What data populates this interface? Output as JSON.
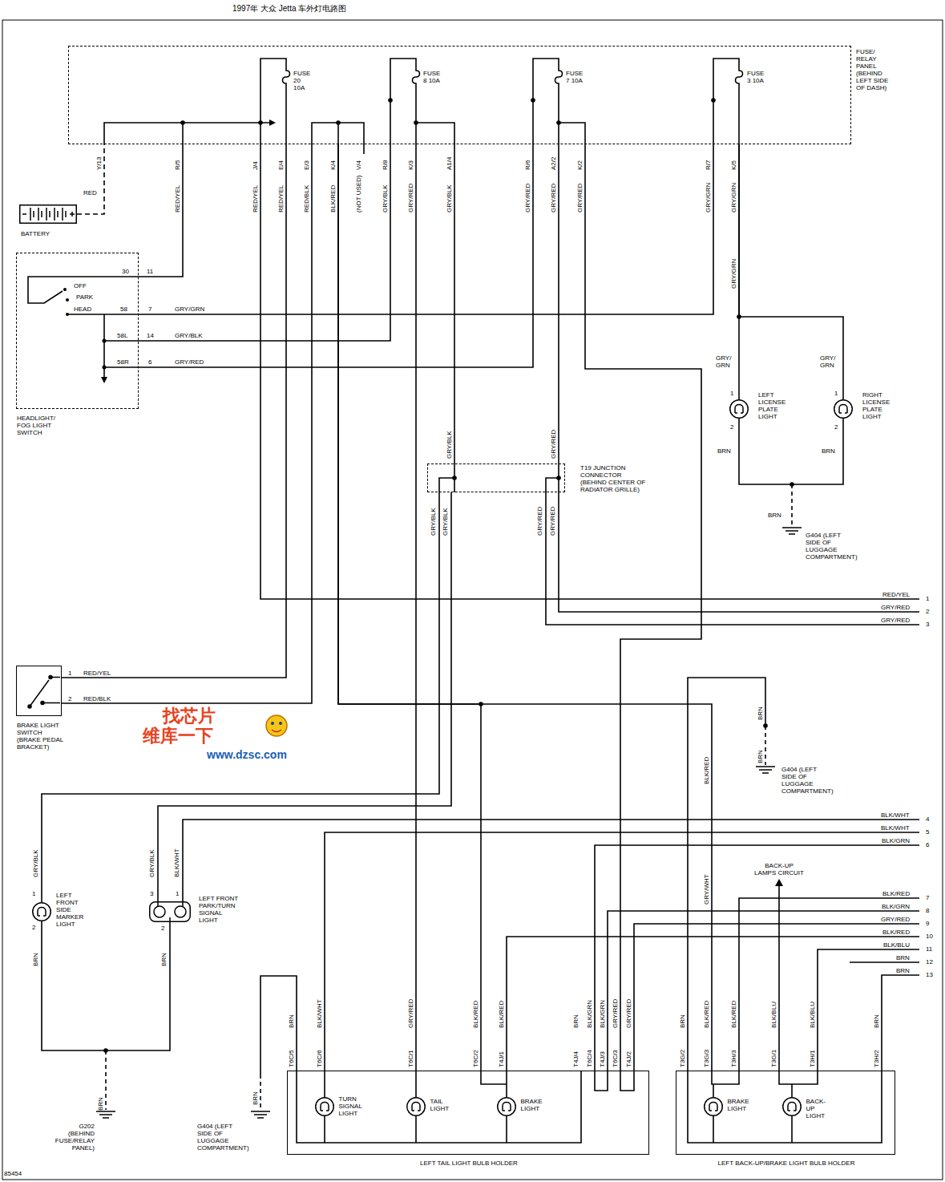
{
  "diagram": {
    "title": "1997年 大众 Jetta 车外灯电路图",
    "nodes": [
      {
        "text": [
          "FUSE/ RELAY PANEL (BEHIND LEFT SIDE OF DASH)"
        ]
      },
      {
        "text": [
          "BATTERY"
        ]
      },
      {
        "text": [
          "HEADLIGHT/ FOG LIGHT SWITCH"
        ]
      },
      {
        "text": [
          "T19 JUNCTION CONNECTOR (BEHIND CENTER OF RADIATOR GRILLE)"
        ]
      },
      {
        "text": [
          "LEFT LICENSE PLATE LIGHT"
        ]
      },
      {
        "text": [
          "RIGHT LICENSE PLATE LIGHT"
        ]
      },
      {
        "text": [
          "BRAKE LIGHT SWITCH (BRAKE PEDAL BRACKET)"
        ]
      },
      {
        "text": [
          "LEFT FRONT SIDE MARKER LIGHT"
        ]
      },
      {
        "text": [
          "LEFT FRONT PARK/TURN SIGNAL LIGHT"
        ]
      },
      {
        "text": [
          "LEFT TAIL LIGHT BULB HOLDER"
        ]
      },
      {
        "text": [
          "TURN SIGNAL LIGHT"
        ],
        "in": 9
      },
      {
        "text": [
          "TAIL LIGHT"
        ],
        "in": 9
      },
      {
        "text": [
          "BRAKE LIGHT"
        ],
        "in": 9
      },
      {
        "text": [
          "LEFT BACK-UP/BRAKE LIGHT BULB HOLDER"
        ]
      },
      {
        "text": [
          "BRAKE LIGHT"
        ],
        "in": 13
      },
      {
        "text": [
          "BACK-UP LIGHT"
        ],
        "in": 13
      }
    ],
    "edges": [
      {
        "from": 1,
        "to": 0,
        "arrow": "none"
      },
      {
        "from": 0,
        "to": 2,
        "arrow": "none"
      },
      {
        "from": 2,
        "to": 0,
        "arrow": "none"
      },
      {
        "from": 2,
        "to": 0,
        "arrow": "none"
      },
      {
        "from": 2,
        "to": 0,
        "arrow": "none"
      },
      {
        "from": 0,
        "to": 6,
        "arrow": "none"
      },
      {
        "from": 0,
        "to": 6,
        "arrow": "none"
      },
      {
        "from": 0,
        "to": 9,
        "arrow": "none"
      },
      {
        "from": 0,
        "to": 13,
        "arrow": "none"
      },
      {
        "from": 0,
        "to": 9,
        "arrow": "none"
      },
      {
        "from": 0,
        "to": 3,
        "arrow": "none"
      },
      {
        "from": 0,
        "to": 3,
        "arrow": "none"
      },
      {
        "from": 3,
        "to": 7,
        "arrow": "none"
      },
      {
        "from": 3,
        "to": 8,
        "arrow": "none"
      },
      {
        "from": 0,
        "to": 9,
        "arrow": "none"
      },
      {
        "from": 0,
        "to": 4,
        "arrow": "none"
      },
      {
        "from": 0,
        "to": 5,
        "arrow": "none"
      }
    ],
    "labels": [
      "FUSE 20 10A",
      "FUSE 8 10A",
      "FUSE 7 10A",
      "FUSE 3 10A",
      "Y/13",
      "R/5",
      "J/4",
      "E/4",
      "E/3",
      "K/4",
      "V/4",
      "R/8",
      "K/3",
      "A1/4",
      "R/6",
      "A2/2",
      "K/2",
      "R/7",
      "K/5",
      "RED",
      "RED/YEL",
      "RED/YEL",
      "RED/YEL",
      "RED/BLK",
      "BLK/RED",
      "(NOT USED)",
      "GRY/BLK",
      "GRY/RED",
      "GRY/BLK",
      "GRY/RED",
      "GRY/RED",
      "GRY/RED",
      "GRY/GRN",
      "GRY/GRN",
      "GRY/GRN",
      "30",
      "11",
      "OFF",
      "PARK",
      "HEAD",
      "58",
      "7",
      "GRY/GRN",
      "58L",
      "14",
      "GRY/BLK",
      "58R",
      "6",
      "GRY/RED",
      "GRY/ GRN",
      "1",
      "2",
      "BRN",
      "GRY/ GRN",
      "1",
      "2",
      "BRN",
      "BRN",
      "G404 (LEFT SIDE OF LUGGAGE COMPARTMENT)",
      "GRY/BLK",
      "GRY/RED",
      "GRY/BLK",
      "GRY/BLK",
      "GRY/RED",
      "GRY/RED",
      "RED/YEL",
      "1",
      "GRY/RED",
      "2",
      "GRY/RED",
      "3",
      "1",
      "RED/YEL",
      "2",
      "RED/BLK",
      "找芯片",
      "维库一下",
      "www.dzsc.com",
      "BRN",
      "BRN",
      "G404 (LEFT SIDE OF LUGGAGE COMPARTMENT)",
      "BLK/RED",
      "BLK/WHT",
      "4",
      "BLK/WHT",
      "5",
      "BLK/GRN",
      "6",
      "BACK-UP LAMPS CIRCUIT",
      "GRY/WHT",
      "BLK/RED",
      "7",
      "BLK/GRN",
      "8",
      "GRY/RED",
      "9",
      "BLK/RED",
      "10",
      "BLK/BLU",
      "11",
      "BRN",
      "12",
      "BRN",
      "13",
      "GRY/BLK",
      "1",
      "2",
      "BRN",
      "GRY/BLK",
      "BLK/WHT",
      "3",
      "1",
      "2",
      "BRN",
      "BRN",
      "G202 (BEHIND FUSE/RELAY PANEL)",
      "BRN",
      "G404 (LEFT SIDE OF LUGGAGE COMPARTMENT)",
      "BRN",
      "BLK/WHT",
      "GRY/RED",
      "BLK/RED",
      "BLK/RED",
      "BRN",
      "BLK/GRN",
      "BLK/GRN",
      "GRY/RED",
      "GRY/RED",
      "T6C/5",
      "T6C/6",
      "T6C/1",
      "T6C/2",
      "T4J/1",
      "T4J/4",
      "T6C/4",
      "T4J/3",
      "T6C/3",
      "T4J/2",
      "BRN",
      "BLK/RED",
      "BLK/RED",
      "BLK/BLU",
      "BLK/BLU",
      "BRN",
      "T3G/2",
      "T3G/3",
      "T3H/3",
      "T3G/1",
      "T3H/1",
      "T3H/2",
      "85454"
    ]
  }
}
